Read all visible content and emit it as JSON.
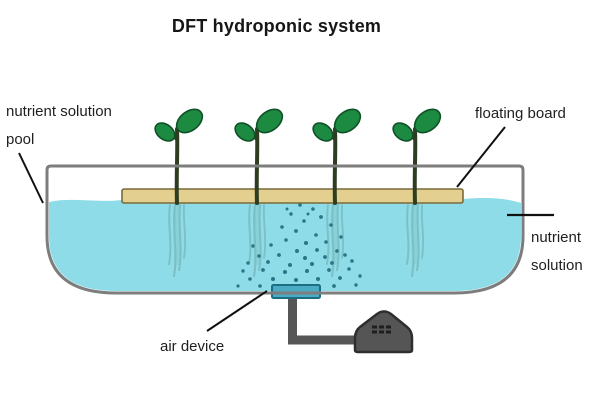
{
  "title": "DFT hydroponic system",
  "labels": {
    "pool_line1": "nutrient solution",
    "pool_line2": "pool",
    "floating_board": "floating board",
    "solution_line1": "nutrient",
    "solution_line2": "solution",
    "air_device": "air device"
  },
  "colors": {
    "water": "#8edce7",
    "tank_border": "#7d7d7d",
    "board": "#e3cf90",
    "board_border": "#7a6a38",
    "leaf": "#1c8a41",
    "leaf_border": "#0f5126",
    "stem": "#2e3d22",
    "roots": "#6fa9ab",
    "bubbles": "#2a7587",
    "air_device": "#4aabc4",
    "air_device_border": "#1d6e84",
    "pipe": "#565656",
    "pump": "#555555",
    "pump_border": "#2e2e2e",
    "pointer_line": "#111111"
  }
}
